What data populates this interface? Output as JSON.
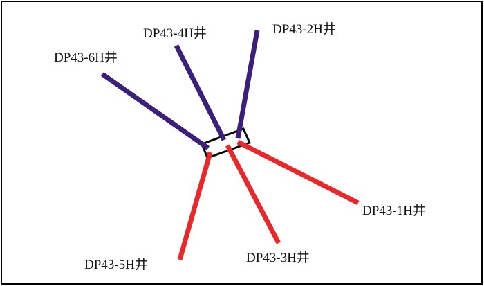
{
  "colors": {
    "upper": "#3b1f7a",
    "lower": "#e8292b",
    "frame": "#000000"
  },
  "wells": [
    {
      "id": "6H",
      "label": "DP43-6H井",
      "group": "upper"
    },
    {
      "id": "4H",
      "label": "DP43-4H井",
      "group": "upper"
    },
    {
      "id": "2H",
      "label": "DP43-2H井",
      "group": "upper"
    },
    {
      "id": "1H",
      "label": "DP43-1H井",
      "group": "lower"
    },
    {
      "id": "3H",
      "label": "DP43-3H井",
      "group": "lower"
    },
    {
      "id": "5H",
      "label": "DP43-5H井",
      "group": "lower"
    }
  ]
}
